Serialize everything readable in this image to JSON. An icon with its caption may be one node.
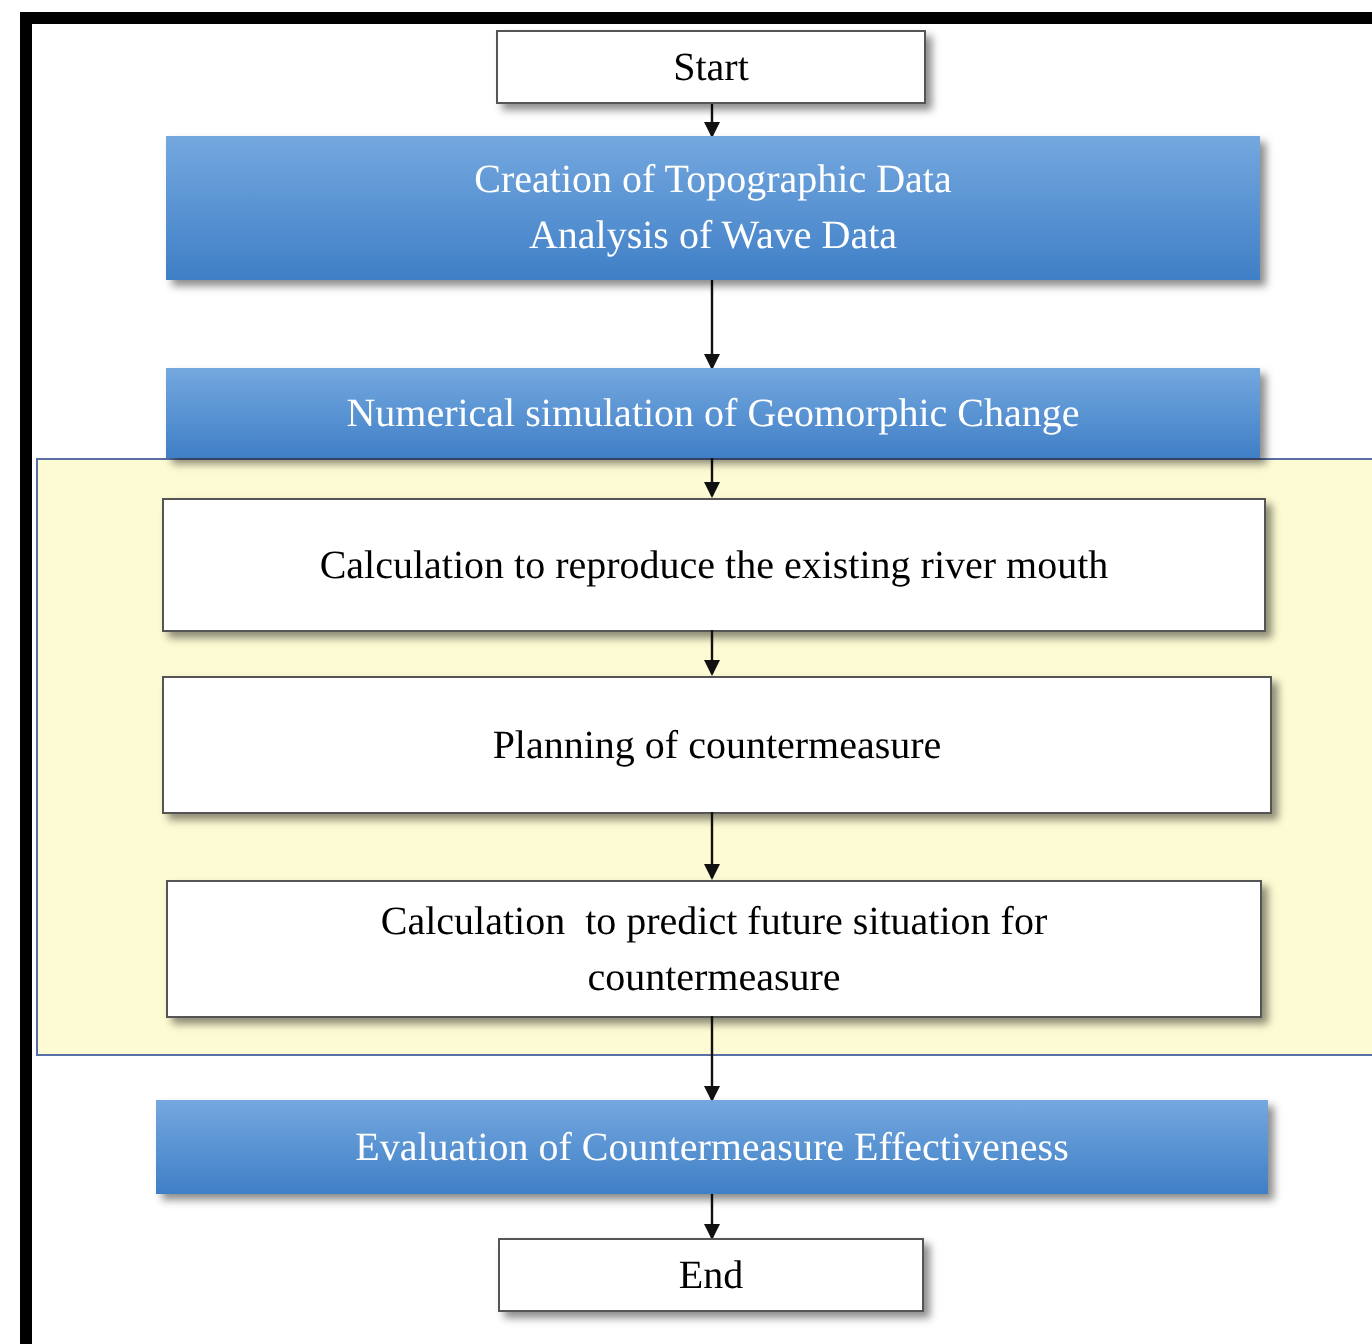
{
  "diagram": {
    "nodes": [
      {
        "text": [
          "Start"
        ]
      },
      {
        "text": [
          "Creation of Topographic Data Analysis of Wave Data"
        ]
      },
      {
        "text": [],
        "shape": "box"
      },
      {
        "text": [
          "Numerical simulation of Geomorphic Change"
        ]
      },
      {
        "text": [
          "Calculation to reproduce the existing river mouth"
        ],
        "in": 2
      },
      {
        "text": [
          "Planning of countermeasure"
        ],
        "in": 2
      },
      {
        "text": [
          "Calculation  to predict future situation for countermeasure"
        ],
        "in": 2
      },
      {
        "text": [
          "Evaluation of Countermeasure Effectiveness"
        ]
      },
      {
        "text": [
          "End"
        ]
      }
    ],
    "edges": [
      {
        "from": 0,
        "to": 1,
        "arrow": "to"
      },
      {
        "from": 1,
        "to": 3,
        "arrow": "to"
      },
      {
        "from": 3,
        "to": 4,
        "arrow": "to"
      },
      {
        "from": 4,
        "to": 5,
        "arrow": "to"
      },
      {
        "from": 5,
        "to": 6,
        "arrow": "to"
      },
      {
        "from": 6,
        "to": 7,
        "arrow": "to"
      },
      {
        "from": 7,
        "to": 8,
        "arrow": "to"
      }
    ]
  }
}
